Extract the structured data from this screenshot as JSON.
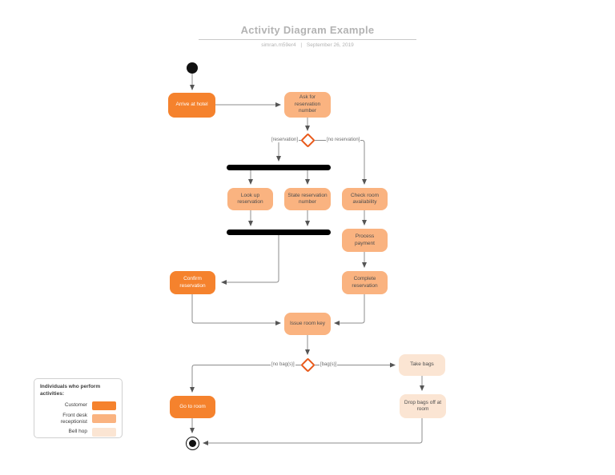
{
  "header": {
    "title": "Activity Diagram Example",
    "author": "simran.m59er4",
    "separator": "|",
    "date": "September 26, 2019"
  },
  "colors": {
    "customer": "#f5822d",
    "front_desk_receptionist": "#fab380",
    "bell_hop": "#fbe5d3",
    "decision_border": "#e8591a",
    "connector": "#8c8c8c",
    "fork_join_bar": "#000000"
  },
  "nodes": {
    "arrive": "Arrive at hotel",
    "ask": "Ask for reservation number",
    "look_up": "Look up reservation",
    "state_number": "State reservation number",
    "check_room": "Check room availability",
    "process_payment": "Process payment",
    "complete_reservation": "Complete reservation",
    "confirm_reservation": "Confirm reservation",
    "issue_key": "Issue room key",
    "take_bags": "Take bags",
    "drop_bags": "Drop bags off at room",
    "go_to_room": "Go to room"
  },
  "branch_labels": {
    "reservation": "[reservation]",
    "no_reservation": "[no reservation]",
    "no_bags": "[no bag(s)]",
    "bags": "[bag(s)]"
  },
  "legend": {
    "title": "Individuals who perform activities:",
    "items": [
      {
        "label": "Customer",
        "color": "#f5822d"
      },
      {
        "label": "Front desk receptionist",
        "color": "#fab380"
      },
      {
        "label": "Bell hop",
        "color": "#fbe5d3"
      }
    ]
  }
}
